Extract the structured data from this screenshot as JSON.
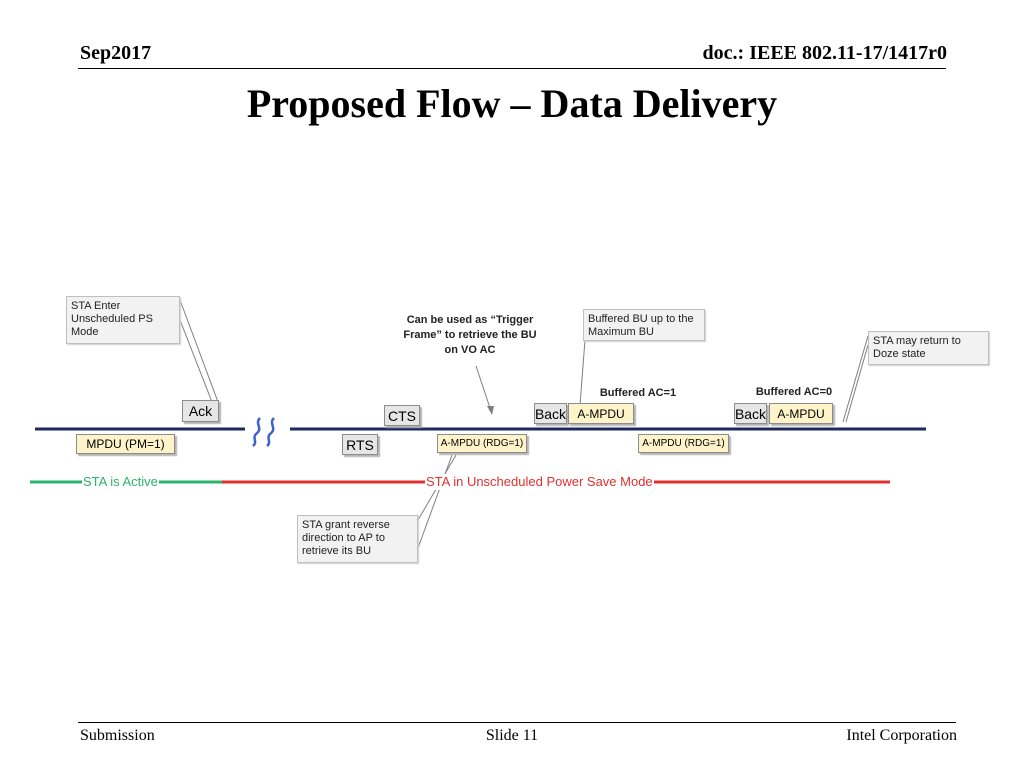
{
  "header": {
    "date": "Sep2017",
    "doc": "doc.: IEEE 802.11-17/1417r0"
  },
  "title": "Proposed Flow – Data Delivery",
  "diagram": {
    "callouts": {
      "enter_ps": "STA Enter Unscheduled PS Mode",
      "trigger": "Can be used as “Trigger Frame” to retrieve the BU on VO AC",
      "buffered_max": "Buffered BU up to the Maximum BU",
      "doze": "STA may return to Doze state",
      "grant_rd": "STA grant reverse direction to AP to retrieve its BU"
    },
    "labels": {
      "ac1": "Buffered AC=1",
      "ac0": "Buffered AC=0"
    },
    "ap_frames": {
      "ack": "Ack",
      "cts": "CTS",
      "back1": "Back",
      "ampdu1": "A-MPDU",
      "back2": "Back",
      "ampdu2": "A-MPDU"
    },
    "sta_frames": {
      "mpdu": "MPDU (PM=1)",
      "rts": "RTS",
      "ampdu_rdg1": "A-MPDU (RDG=1)",
      "ampdu_rdg2": "A-MPDU (RDG=1)"
    },
    "states": {
      "active": "STA is Active",
      "ps": "STA in Unscheduled Power Save Mode"
    },
    "colors": {
      "timeline": "#1f2a5c",
      "active": "#2eb36b",
      "power_save": "#e03030",
      "gap_mark": "#3d63c9"
    }
  },
  "footer": {
    "left": "Submission",
    "center": "Slide 11",
    "right": "Intel Corporation"
  }
}
